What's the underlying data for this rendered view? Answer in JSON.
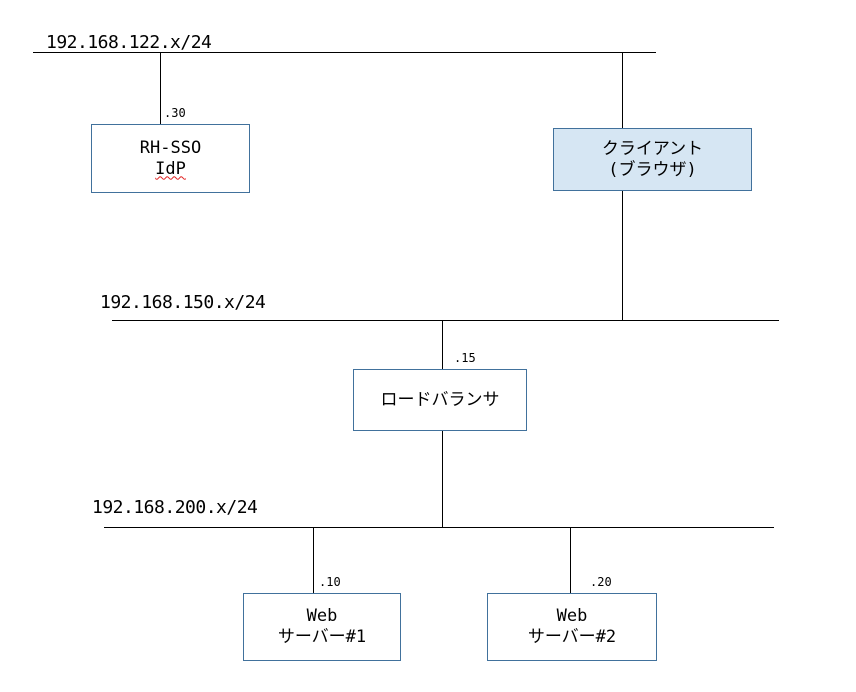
{
  "networks": {
    "net122": "192.168.122.x/24",
    "net150": "192.168.150.x/24",
    "net200": "192.168.200.x/24"
  },
  "nodes": {
    "idp": {
      "line1": "RH-SSO",
      "line2": "IdP",
      "addr": ".30"
    },
    "client": {
      "line1": "クライアント",
      "line2": "(ブラウザ)"
    },
    "lb": {
      "line1": "ロードバランサ",
      "addr": ".15"
    },
    "web1": {
      "line1": "Web",
      "line2": "サーバー#1",
      "addr": ".10"
    },
    "web2": {
      "line1": "Web",
      "line2": "サーバー#2",
      "addr": ".20"
    }
  }
}
